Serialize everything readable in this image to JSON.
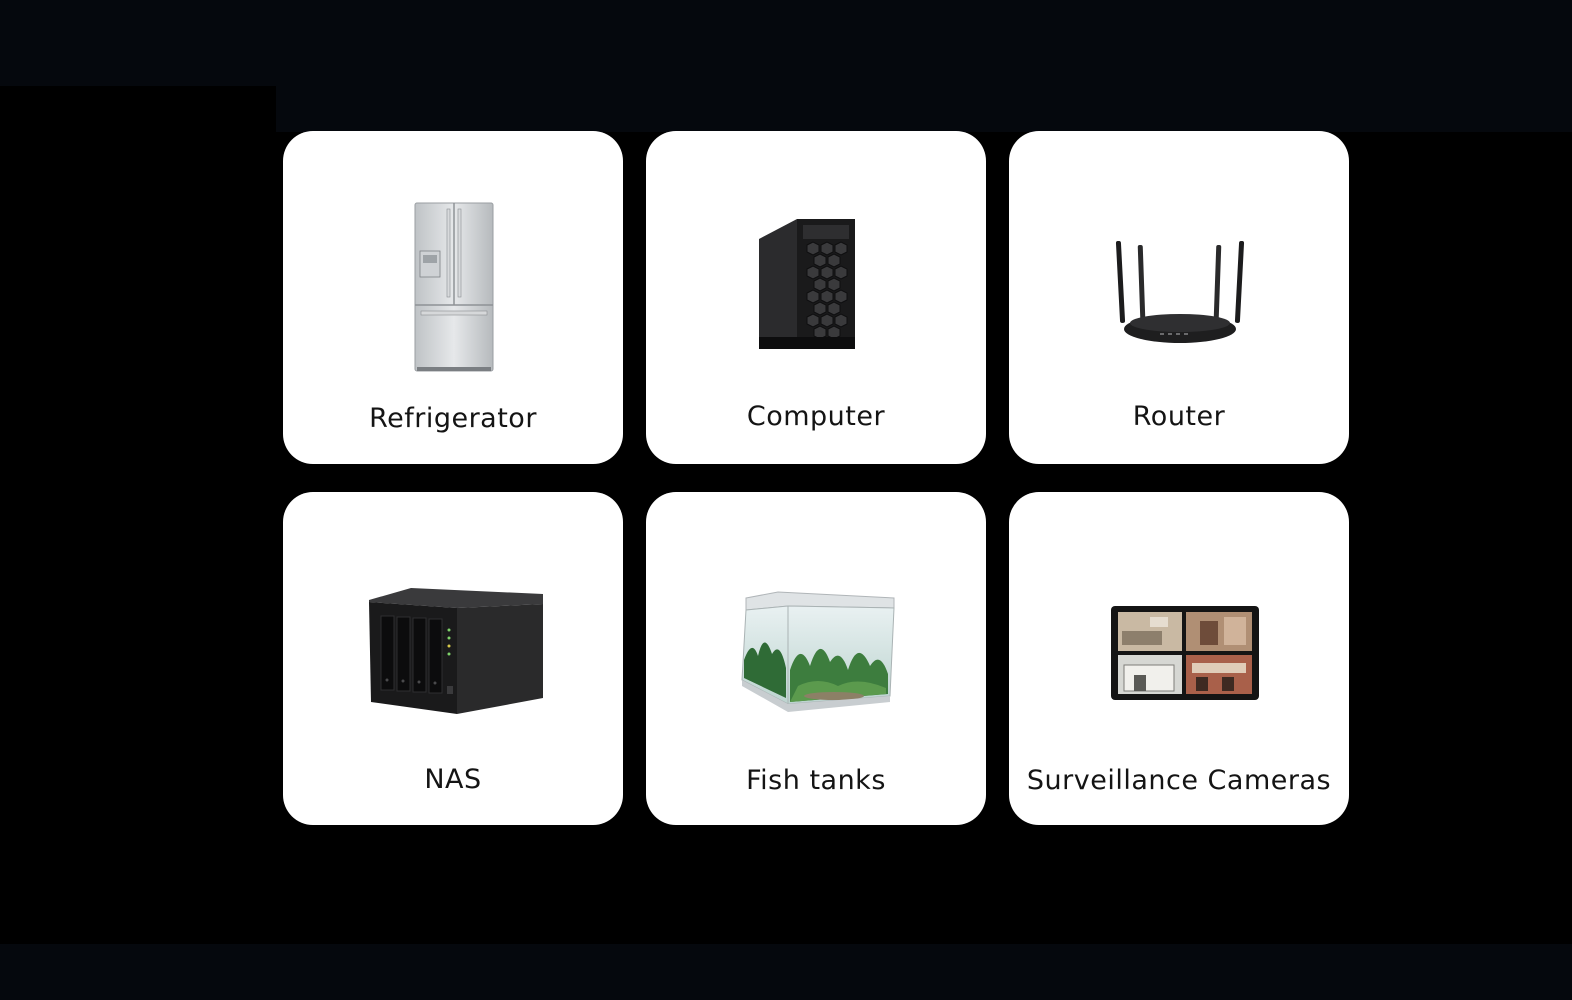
{
  "devices": [
    {
      "label": "Refrigerator",
      "icon": "refrigerator-icon"
    },
    {
      "label": "Computer",
      "icon": "computer-tower-icon"
    },
    {
      "label": "Router",
      "icon": "router-icon"
    },
    {
      "label": "NAS",
      "icon": "nas-icon"
    },
    {
      "label": "Fish tanks",
      "icon": "fish-tank-icon"
    },
    {
      "label": "Surveillance Cameras",
      "icon": "surveillance-monitor-icon"
    }
  ],
  "colors": {
    "background": "#000000",
    "card": "#ffffff",
    "label_text": "#141414"
  }
}
